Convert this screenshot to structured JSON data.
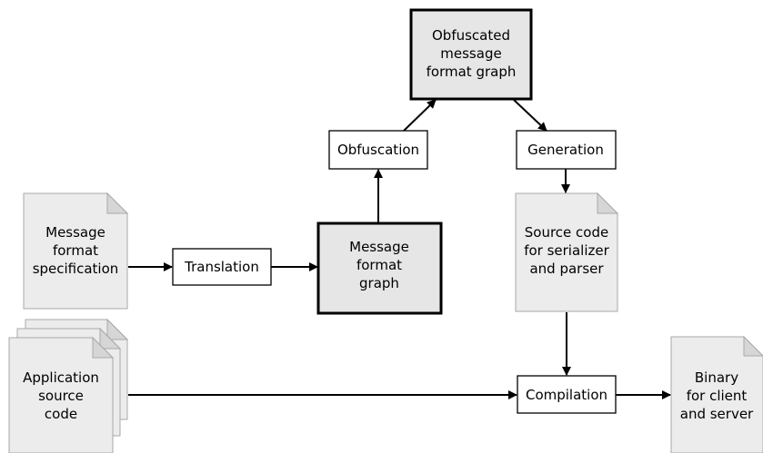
{
  "documents": {
    "message_format_specification": [
      "Message",
      "format",
      "specification"
    ],
    "application_source_code": [
      "Application",
      "source",
      "code"
    ],
    "serializer_parser_source": [
      "Source code",
      "for serializer",
      "and parser"
    ],
    "binary": [
      "Binary",
      "for client",
      "and server"
    ]
  },
  "processes": {
    "translation": "Translation",
    "obfuscation": "Obfuscation",
    "generation": "Generation",
    "compilation": "Compilation"
  },
  "graphs": {
    "message_format_graph": [
      "Message",
      "format",
      "graph"
    ],
    "obfuscated_graph": [
      "Obfuscated",
      "message",
      "format graph"
    ]
  },
  "icon_names": [
    "document-icon",
    "document-stack-icon",
    "arrow-icon"
  ]
}
